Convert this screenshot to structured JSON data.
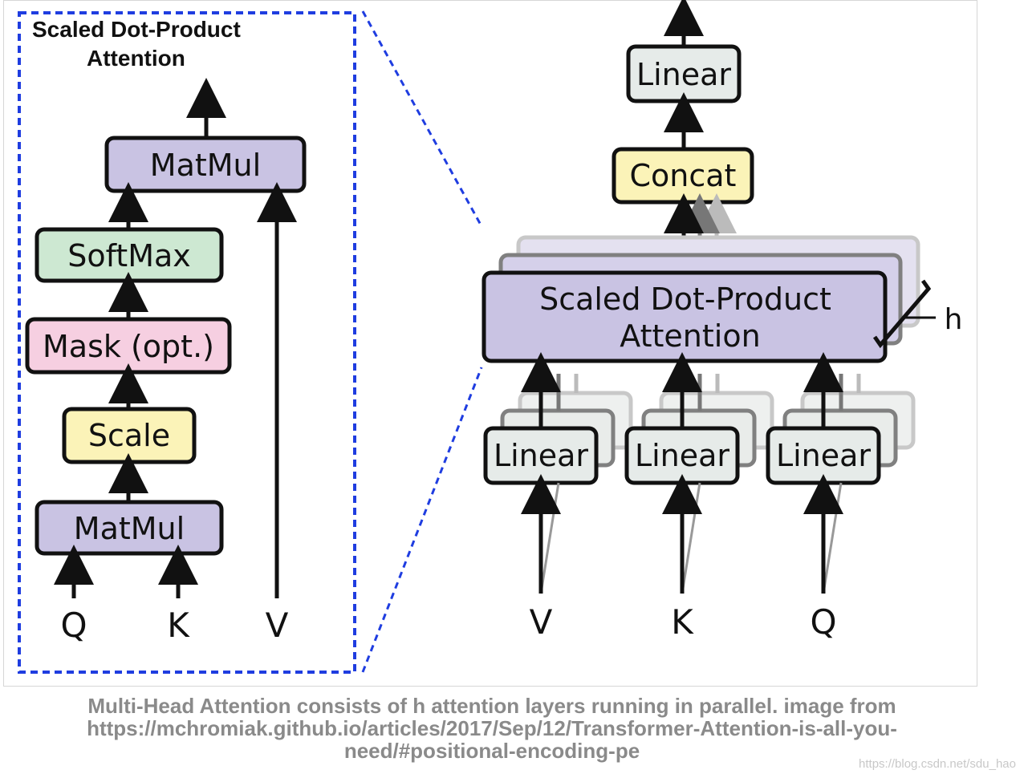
{
  "left_panel": {
    "title_line1": "Scaled Dot-Product",
    "title_line2": "Attention",
    "boxes": {
      "matmul_top": "MatMul",
      "softmax": "SoftMax",
      "mask": "Mask (opt.)",
      "scale": "Scale",
      "matmul_bottom": "MatMul"
    },
    "inputs": {
      "q": "Q",
      "k": "K",
      "v": "V"
    }
  },
  "right_panel": {
    "linear_top": "Linear",
    "concat": "Concat",
    "attention_line1": "Scaled Dot-Product",
    "attention_line2": "Attention",
    "heads_label": "h",
    "linear_v": "Linear",
    "linear_k": "Linear",
    "linear_q": "Linear",
    "inputs": {
      "v": "V",
      "k": "K",
      "q": "Q"
    }
  },
  "caption": {
    "line1": "Multi-Head Attention consists of h attention layers running in parallel. image from",
    "line2": "https://mchromiak.github.io/articles/2017/Sep/12/Transformer-Attention-is-all-you-",
    "line3": "need/#positional-encoding-pe"
  },
  "watermark": "https://blog.csdn.net/sdu_hao",
  "colors": {
    "matmul": "#c9c3e3",
    "softmax": "#cde8d2",
    "mask": "#f6cfe1",
    "scale": "#fbf3b8",
    "concat": "#fbf3b8",
    "linear": "#e6ebe9",
    "attention": "#c9c3e3",
    "dashed_border": "#1f3de0"
  }
}
